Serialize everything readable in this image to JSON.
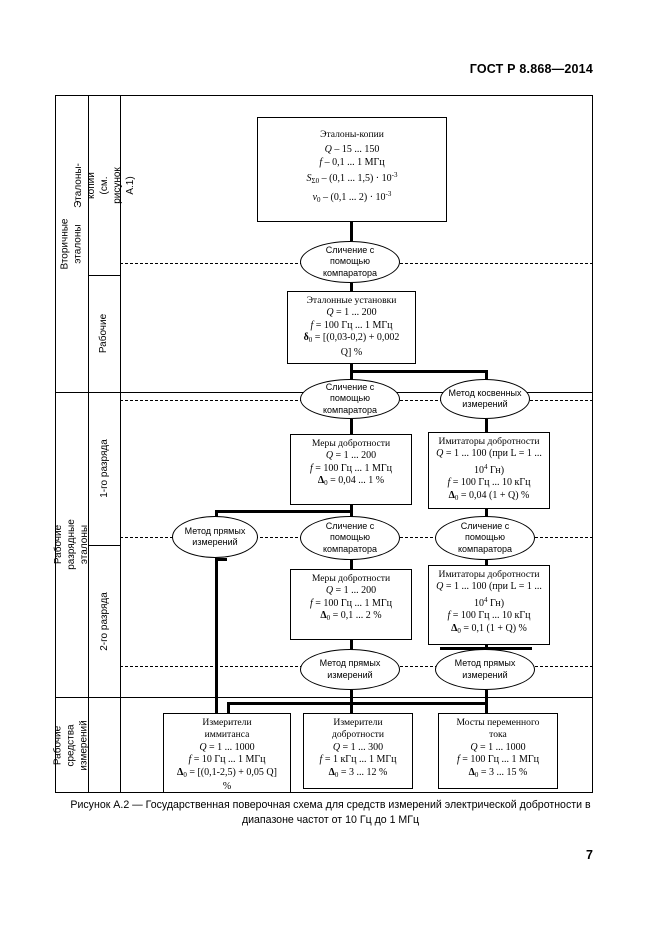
{
  "header": {
    "standard": "ГОСТ Р 8.868—2014",
    "page": "7"
  },
  "caption": "Рисунок А.2 — Государственная поверочная схема для средств измерений электрической добротности в диапазоне частот от 10 Гц до 1 МГц",
  "side_labels": {
    "level1": [
      "Вторичные эталоны",
      "Рабочие разрядные эталоны",
      "Рабочие средства измерений"
    ],
    "level2": [
      "Эталоны-копии (см. рисунок А.1)",
      "Рабочие",
      "1-го разряда",
      "2-го разряда"
    ]
  },
  "nodes": {
    "etalony_kopii": {
      "title": "Эталоны-копии",
      "l1": "Q ‒ 15 ... 150",
      "l2": "f ‒ 0,1 ... 1 МГц",
      "l3a": "S",
      "l3sub": "Σ0",
      "l3b": " ‒ (0,1 ... 1,5) · 10",
      "l3sup": "-3",
      "l4a": "v",
      "l4sub": "0",
      "l4b": " ‒ (0,1 ... 2) · 10",
      "l4sup": "-3"
    },
    "etalonnye_ustanovki": {
      "title": "Эталонные установки",
      "l1": "Q = 1 ... 200",
      "l2": "f = 100 Гц ... 1 МГц",
      "l3a": "δ",
      "l3sub": "0",
      "l3b": " = [(0,03-0,2) + 0,002",
      "l4": "Q] %"
    },
    "mery_1": {
      "title": "Меры добротности",
      "l1": "Q = 1 ... 200",
      "l2": "f = 100 Гц ... 1 МГц",
      "l3a": "Δ",
      "l3sub": "0",
      "l3b": " = 0,04 ... 1 %"
    },
    "imitatory_1": {
      "title": "Имитаторы добротности",
      "l1a": "Q = 1 ... 100 (при L = 1 ...",
      "l1b": "10",
      "l1sup": "4",
      "l1c": " Гн)",
      "l2": "f = 100 Гц ... 10 кГц",
      "l3a": "Δ",
      "l3sub": "0",
      "l3b": " = 0,04 (1 + Q) %"
    },
    "mery_2": {
      "title": "Меры добротности",
      "l1": "Q = 1 ... 200",
      "l2": "f = 100 Гц ... 1 МГц",
      "l3a": "Δ",
      "l3sub": "0",
      "l3b": " = 0,1 ... 2 %"
    },
    "imitatory_2": {
      "title": "Имитаторы добротности",
      "l1a": "Q = 1 ... 100 (при L = 1 ...",
      "l1b": "10",
      "l1sup": "4",
      "l1c": " Гн)",
      "l2": "f = 100 Гц ... 10 кГц",
      "l3a": "Δ",
      "l3sub": "0",
      "l3b": " = 0,1 (1 + Q) %"
    },
    "izm_immitansa": {
      "title1": "Измерители",
      "title2": "иммитанса",
      "l1": "Q = 1 ... 1000",
      "l2": "f = 10 Гц ... 1 МГц",
      "l3a": "Δ",
      "l3sub": "0",
      "l3b": " = [(0,1-2,5) + 0,05 Q]",
      "l4": "%"
    },
    "izm_dobrotnosti": {
      "title1": "Измерители",
      "title2": "добротности",
      "l1": "Q = 1 ... 300",
      "l2": "f = 1 кГц ... 1 МГц",
      "l3a": "Δ",
      "l3sub": "0",
      "l3b": " = 3 ... 12 %"
    },
    "mosty": {
      "title1": "Мосты переменного",
      "title2": "тока",
      "l1": "Q = 1 ... 1000",
      "l2": "f = 100 Гц ... 1 МГц",
      "l3a": "Δ",
      "l3sub": "0",
      "l3b": " = 3 ... 15 %"
    }
  },
  "methods": {
    "comparator": "Сличение с помощью компаратора",
    "indirect": "Метод косвенных измерений",
    "direct": "Метод прямых измерений"
  }
}
